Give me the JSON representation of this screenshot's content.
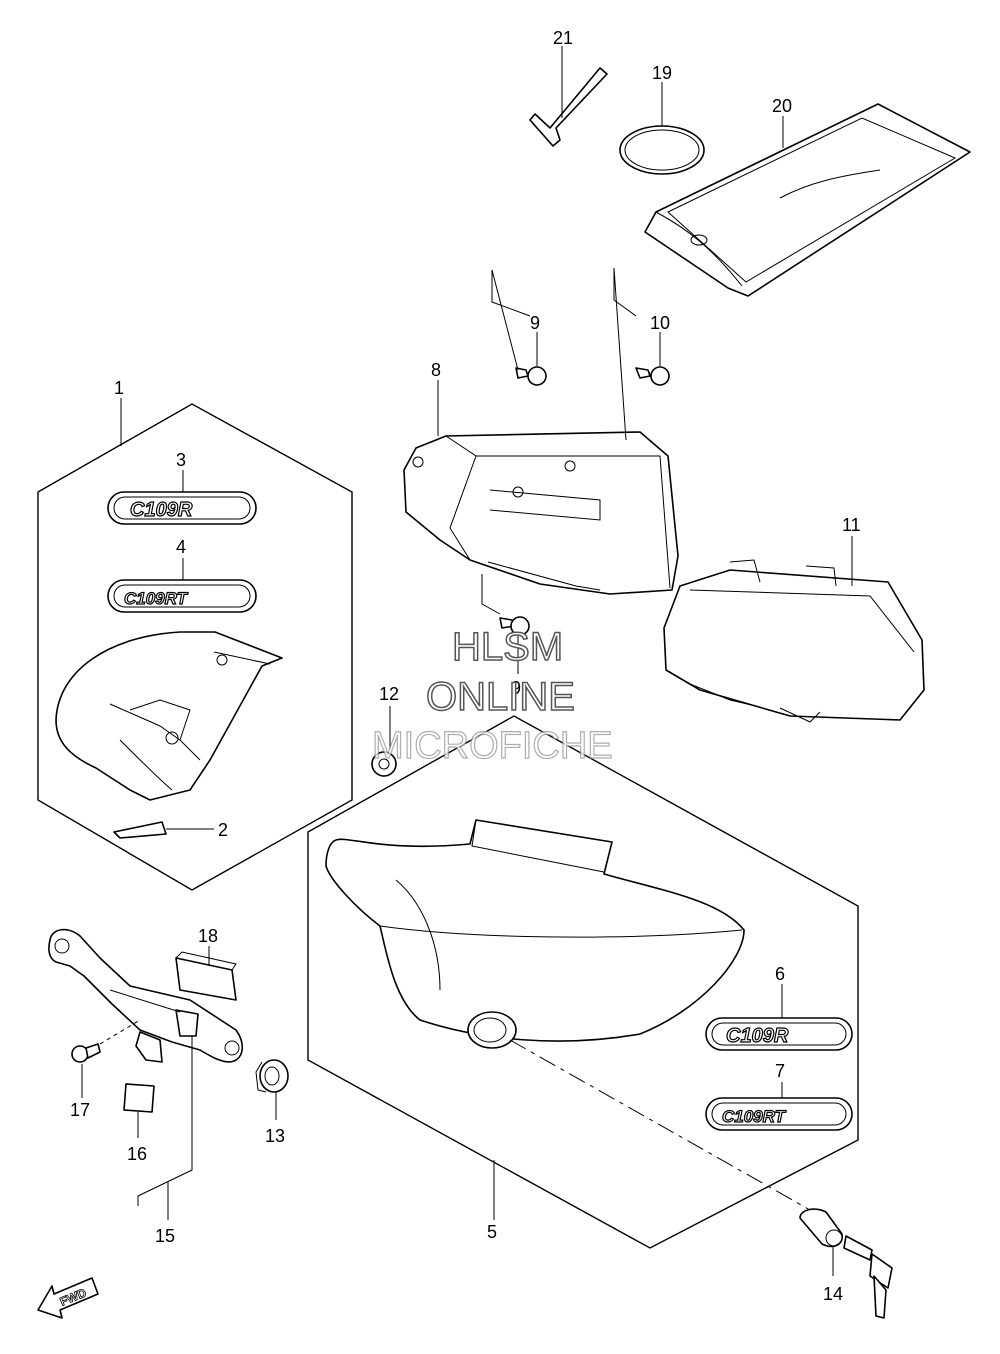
{
  "callouts": {
    "c1": "1",
    "c2": "2",
    "c3": "3",
    "c4": "4",
    "c5": "5",
    "c6": "6",
    "c7": "7",
    "c8": "8",
    "c9a": "9",
    "c9b": "9",
    "c10": "10",
    "c11": "11",
    "c12": "12",
    "c13": "13",
    "c14": "14",
    "c15": "15",
    "c16": "16",
    "c17": "17",
    "c18": "18",
    "c19": "19",
    "c20": "20",
    "c21": "21"
  },
  "emblems": {
    "e3": "C109R",
    "e4": "C109RT",
    "e6": "C109R",
    "e7": "C109RT"
  },
  "watermark": {
    "line1": "HLSM",
    "line2": "ONLINE",
    "line3": "MICROFICHE"
  },
  "fwd_label": "FWD"
}
